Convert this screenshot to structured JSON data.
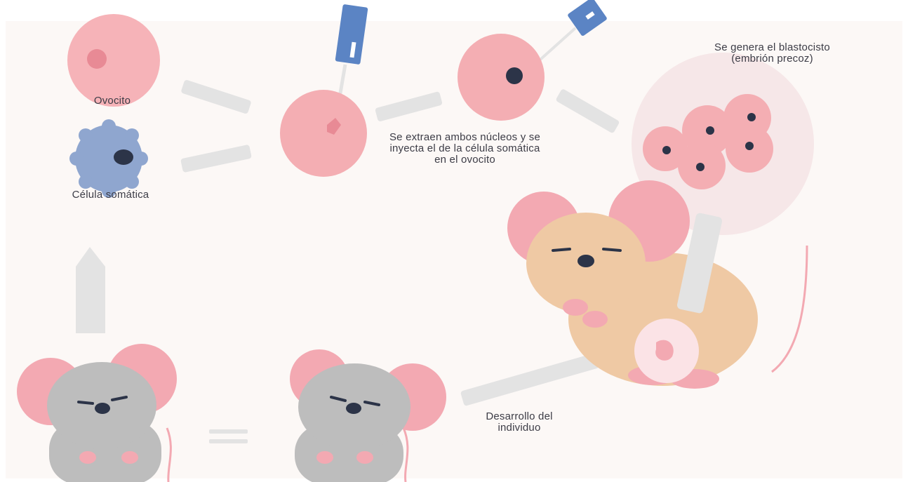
{
  "labels": {
    "oocyte": "Ovocito",
    "somatic_cell": "Célula somática",
    "extraction": "Se extraen ambos núcleos y se inyecta el de la célula somática en el ovocito",
    "blastocyst": "Se genera el blastocisto (embrión precoz)",
    "development": "Desarrollo del individuo"
  },
  "colors": {
    "background": "#fcf8f6",
    "cell_pink": "#f4aeb3",
    "cell_blue": "#8fa6cf",
    "nucleus_dark": "#2c3448",
    "arrow_grey": "#e3e3e3",
    "pipette_blue": "#5b84c4",
    "mouse_grey": "#bdbdbd",
    "mouse_tan": "#efc9a4",
    "ear_pink": "#f3a9b2"
  },
  "icons": [
    "oocyte-cell-icon",
    "somatic-cell-icon",
    "pipette-icon",
    "blastocyst-icon",
    "mouse-icon",
    "equals-icon"
  ]
}
